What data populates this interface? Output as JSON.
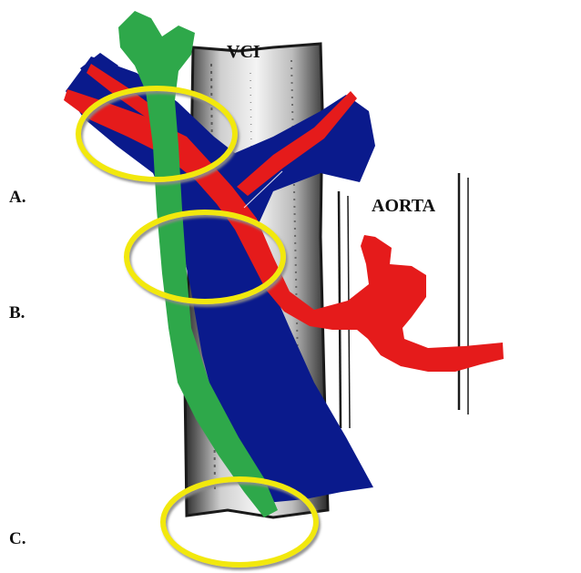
{
  "labels": {
    "vci": "VCI",
    "aorta": "AORTA",
    "a": "A.",
    "b": "B.",
    "c": "C."
  },
  "colors": {
    "vein": "#0a1a8c",
    "artery": "#e51b1b",
    "ureter": "#2ea84a",
    "highlight_ring": "#f2e80c",
    "ring_shadow": "#9a9a9a",
    "vessel_wall": "#1a1a1a"
  },
  "structures": [
    "vena-cava-inferior",
    "aorta",
    "renal-vein",
    "renal-artery",
    "ureter"
  ],
  "highlights": [
    "A.",
    "B.",
    "C."
  ]
}
